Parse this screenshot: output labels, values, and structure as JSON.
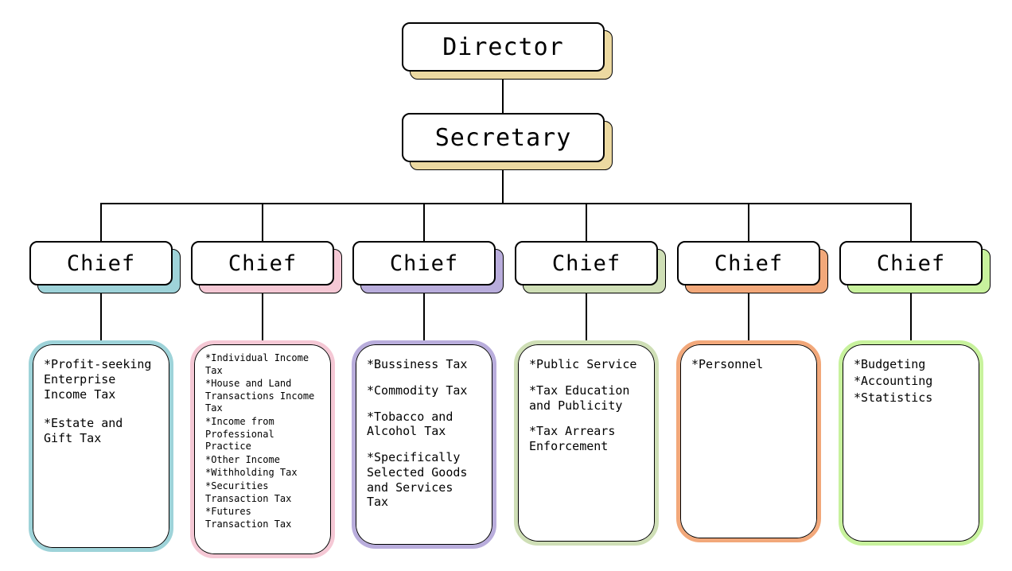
{
  "director": {
    "label": "Director",
    "shadow_color": "#ecd9a1"
  },
  "secretary": {
    "label": "Secretary",
    "shadow_color": "#ecd9a1"
  },
  "chiefs": [
    {
      "label": "Chief",
      "color": "#9ed3d9"
    },
    {
      "label": "Chief",
      "color": "#f5c8d5"
    },
    {
      "label": "Chief",
      "color": "#b9addc"
    },
    {
      "label": "Chief",
      "color": "#cfdfb6"
    },
    {
      "label": "Chief",
      "color": "#f2a87a"
    },
    {
      "label": "Chief",
      "color": "#c8f29d"
    }
  ],
  "departments": [
    {
      "items": [
        "*Profit-seeking Enterprise Income Tax",
        "*Estate and Gift Tax"
      ]
    },
    {
      "items": [
        "*Individual Income Tax",
        "*House and Land Transactions Income Tax",
        "*Income from Professional Practice",
        "*Other Income",
        "*Withholding Tax",
        "*Securities Transaction Tax",
        "*Futures Transaction Tax"
      ]
    },
    {
      "items": [
        "*Bussiness Tax",
        "*Commodity Tax",
        "*Tobacco and Alcohol Tax",
        "*Specifically Selected Goods and Services Tax"
      ]
    },
    {
      "items": [
        "*Public Service",
        "*Tax Education and Publicity",
        "*Tax Arrears Enforcement"
      ]
    },
    {
      "items": [
        "*Personnel"
      ]
    },
    {
      "items": [
        "*Budgeting",
        "*Accounting",
        "*Statistics"
      ]
    }
  ]
}
